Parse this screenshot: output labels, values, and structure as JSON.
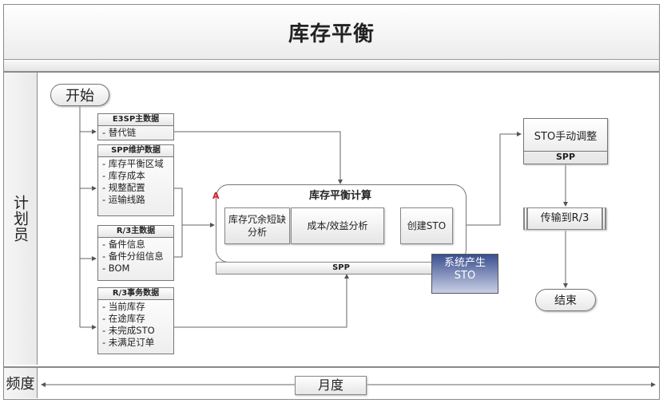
{
  "title": "库存平衡",
  "lane": {
    "label": "计划员"
  },
  "frequency": {
    "label": "频度",
    "value": "月度"
  },
  "start": {
    "label": "开始"
  },
  "end": {
    "label": "结束"
  },
  "documents": [
    {
      "title": "E3SP主数据",
      "items": [
        "- 替代链"
      ]
    },
    {
      "title": "SPP维护数据",
      "items": [
        "- 库存平衡区域",
        "- 库存成本",
        "- 规整配置",
        "- 运输线路"
      ]
    },
    {
      "title": "R/3主数据",
      "items": [
        "- 备件信息",
        "- 备件分组信息",
        "- BOM"
      ]
    },
    {
      "title": "R/3事务数据",
      "items": [
        "- 当前库存",
        "- 在途库存",
        "- 未完成STO",
        "- 未满足订单"
      ]
    }
  ],
  "calc_group": {
    "title": "库存平衡计算",
    "marker": "A",
    "system": "SPP",
    "steps": [
      "库存冗余短缺分析",
      "成本/效益分析",
      "创建STO"
    ]
  },
  "system_output": {
    "line1": "系统产生",
    "line2": "STO"
  },
  "manual_adjust": {
    "label": "STO手动调整",
    "system": "SPP"
  },
  "transfer": {
    "label": "传输到R/3"
  },
  "colors": {
    "accent_red": "#d0202a",
    "doc_blue_top": "#3a4f8f",
    "doc_blue_bottom": "#ffffff",
    "line": "#666666"
  }
}
